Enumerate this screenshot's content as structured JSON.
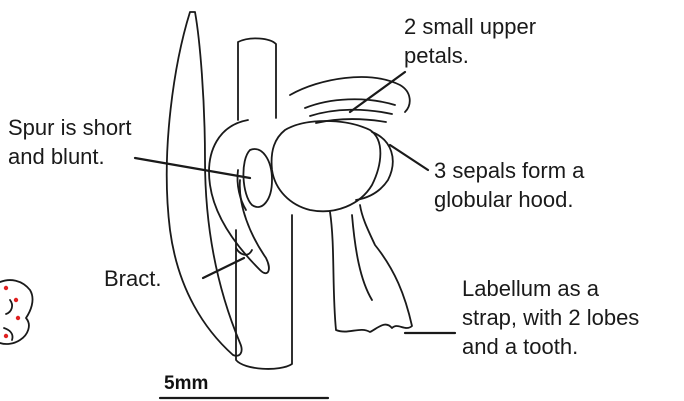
{
  "labels": {
    "upper_petals": [
      "2 small upper",
      "petals."
    ],
    "spur": [
      "Spur is short",
      "and blunt."
    ],
    "sepals": [
      "3 sepals form a",
      "globular hood."
    ],
    "bract": "Bract.",
    "labellum": [
      "Labellum as a",
      "strap, with 2 lobes",
      "and a tooth."
    ]
  },
  "scale_bar": {
    "label": "5mm"
  },
  "colors": {
    "ink": "#1a1a1a",
    "inset_dots": "#e02020"
  }
}
